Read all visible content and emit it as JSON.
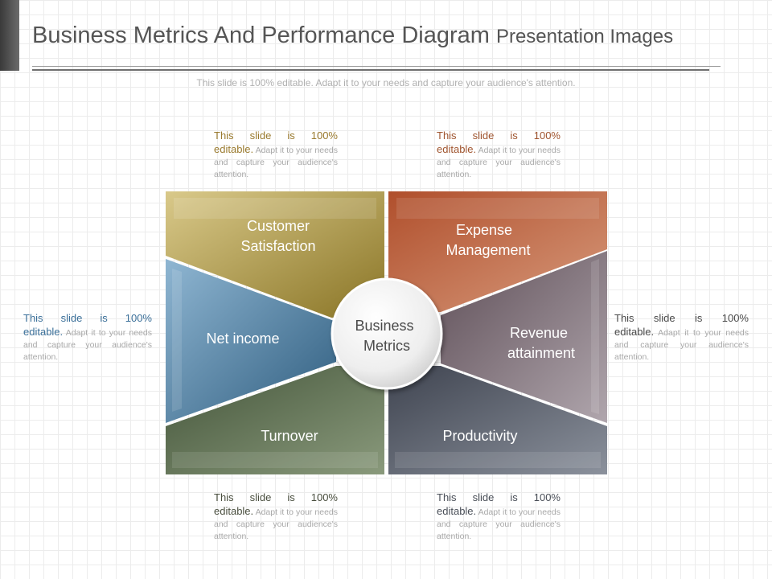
{
  "header": {
    "title_main": "Business Metrics And Performance Diagram",
    "title_sub": "Presentation Images",
    "subtitle": "This slide is 100% editable. Adapt it to your needs and capture your audience's attention."
  },
  "diagram": {
    "center": {
      "line1": "Business",
      "line2": "Metrics"
    },
    "segments": [
      {
        "id": "customer-satisfaction",
        "line1": "Customer",
        "line2": "Satisfaction",
        "color": "#a8913d"
      },
      {
        "id": "expense-management",
        "line1": "Expense",
        "line2": "Management",
        "color": "#b8613f"
      },
      {
        "id": "net-income",
        "line1": "Net income",
        "color": "#3d6e90"
      },
      {
        "id": "revenue-attainment",
        "line1": "Revenue",
        "line2": "attainment",
        "color": "#7a6a72"
      },
      {
        "id": "turnover",
        "line1": "Turnover",
        "color": "#5a6a4a"
      },
      {
        "id": "productivity",
        "line1": "Productivity",
        "color": "#5a606c"
      }
    ]
  },
  "notes": {
    "top_left": {
      "lead_a": "This slide is 100%",
      "lead_b": "editable.",
      "body": "Adapt it to your needs and capture your audience's attention.",
      "color": "#9a7a2e"
    },
    "top_right": {
      "lead_a": "This slide is 100%",
      "lead_b": "editable.",
      "body": "Adapt it to your needs and capture your audience's attention.",
      "color": "#a0552f"
    },
    "left": {
      "lead_a": "This slide is 100%",
      "lead_b": "editable.",
      "body": "Adapt it to your needs and capture your audience's attention.",
      "color": "#3a6f99"
    },
    "right": {
      "lead_a": "This slide is 100%",
      "lead_b": "editable.",
      "body": "Adapt it to your needs and capture your audience's attention.",
      "color": "#4a4a4a"
    },
    "bottom_left": {
      "lead_a": "This slide is 100%",
      "lead_b": "editable.",
      "body": "Adapt it to your needs and capture your audience's attention.",
      "color": "#4a4f3f"
    },
    "bottom_right": {
      "lead_a": "This slide is 100%",
      "lead_b": "editable.",
      "body": "Adapt it to your needs and capture your audience's attention.",
      "color": "#4a4f58"
    }
  }
}
